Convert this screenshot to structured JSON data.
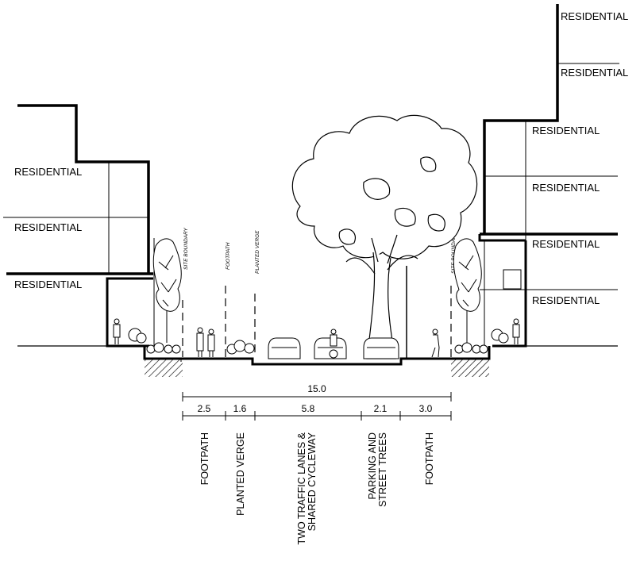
{
  "buildings": {
    "left": [
      "RESIDENTIAL",
      "RESIDENTIAL",
      "RESIDENTIAL"
    ],
    "right": [
      "RESIDENTIAL",
      "RESIDENTIAL",
      "RESIDENTIAL",
      "RESIDENTIAL",
      "RESIDENTIAL",
      "RESIDENTIAL"
    ]
  },
  "section_labels": {
    "site_boundary_left": "SITE BOUNDARY",
    "footpath_line": "FOOTPATH",
    "planted_verge_line": "PLANTED VERGE",
    "site_boundary_right": "SITE BOUNDARY"
  },
  "dimensions": {
    "total": "15.0",
    "segments": [
      "2.5",
      "1.6",
      "5.8",
      "2.1",
      "3.0"
    ]
  },
  "zones": [
    {
      "line1": "FOOTPATH",
      "line2": ""
    },
    {
      "line1": "PLANTED VERGE",
      "line2": ""
    },
    {
      "line1": "TWO TRAFFIC LANES &",
      "line2": "SHARED CYCLEWAY"
    },
    {
      "line1": "PARKING AND",
      "line2": "STREET TREES"
    },
    {
      "line1": "FOOTPATH",
      "line2": ""
    }
  ]
}
